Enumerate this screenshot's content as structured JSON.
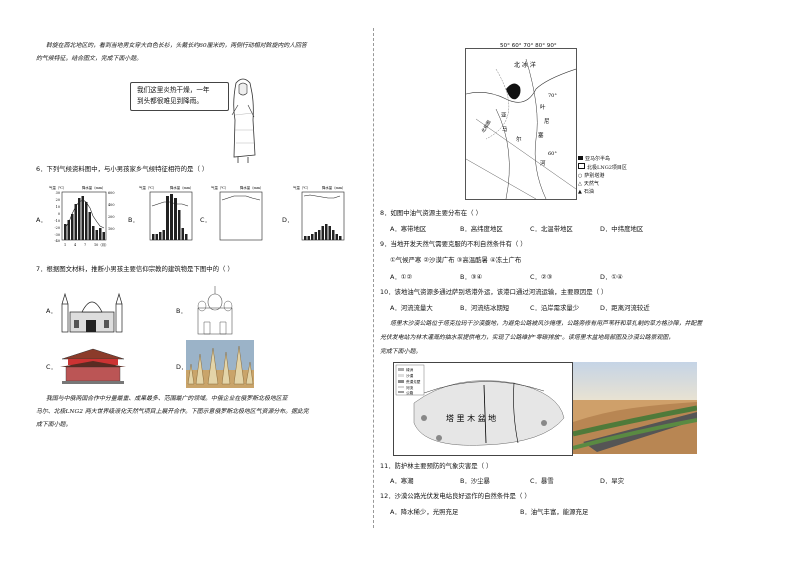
{
  "left": {
    "intro_1": "斡旋在西北地区的，看到当地男女穿大白色长衫，头戴长约60厘米的，两侧行动相对斡旋内的人回答",
    "intro_2": "的气候特征。结合图文，完成下面小题。",
    "speech_1": "我们这里炎热干燥，一年",
    "speech_2": "到头都很难见到降雨。",
    "q6": "6．下列气候资料图中，与小男孩家乡气候特征相符的是（    ）",
    "q6_options": [
      "A．",
      "B．",
      "C．",
      "D．"
    ],
    "chart_header_left": "气温（℃）",
    "chart_header_right": "降水量（mm）",
    "chart_a_y_ticks": [
      "30",
      "20",
      "10",
      "0",
      "-10",
      "-20",
      "-30",
      "-40"
    ],
    "chart_a_y2_ticks": [
      "600",
      "400",
      "200",
      "100"
    ],
    "chart_a_x_ticks": [
      "1",
      "4",
      "7",
      "10（月）"
    ],
    "q7": "7．根据图文材料，推断小男孩主要信仰宗教的建筑物是下图中的（    ）",
    "q7_options": [
      "A．",
      "B．",
      "C．",
      "D．"
    ],
    "passage_1": "我国与中俄两国合作中分量最重、成果最多、范围最广的领域。中俄企业在俄罗斯北极地区亚",
    "passage_2": "马尔、北极LNG2 两大世界级液化天然气项目上展开合作。下图示意俄罗斯北极地区气资源分布。据此完",
    "passage_3": "成下面小题。"
  },
  "right": {
    "map_top_ticks": "50°  60°  70°  80°  90°",
    "map_labels": {
      "sea": "北 冰 洋",
      "arctic": "北极圈",
      "lat70": "70°",
      "lat60": "60°",
      "ya": "亚",
      "ma": "马",
      "er": "尔",
      "x1": "叶",
      "x2": "尼",
      "x3": "塞",
      "he": "河"
    },
    "map_legend": [
      "亚马尔半岛",
      "北极LNG2项目区",
      "萨别塔港",
      "天然气",
      "石油"
    ],
    "q8": "8．如图中油气资源主要分布在（    ）",
    "q8_options": [
      "A．寒带地区",
      "B．高纬度地区",
      "C．北温带地区",
      "D．中纬度地区"
    ],
    "q9": "9．当地开发天然气需要克服的不利自然条件有（    ）",
    "q9_items": "①气候严寒  ②沙漠广布  ③高温酷暑  ④冻土广布",
    "q9_options": [
      "A．①②",
      "B．③④",
      "C．②③",
      "D．①④"
    ],
    "q10": "10．该地油气资源多通过萨别塔港外运，该港口通过河流运输，主要原因是（    ）",
    "q10_options": [
      "A．河流流量大",
      "B．河流结冰期短",
      "C．沿岸需求量少",
      "D．距离河流较近"
    ],
    "passage_1": "塔里木沙漠公路位于塔克拉玛干沙漠腹地，为避免公路被风沙掩埋，公路旁修有用芦苇秆和草扎制的草方格沙障，并配置",
    "passage_2": "光伏发电站为林木灌溉的抽水泵提供电力，实现了公路维护\"零碳排放\"。读塔里木盆地局部图及沙漠公路景观图，",
    "passage_3": "完成下面小题。",
    "basin_label": "塔 里 木 盆 地",
    "basin_legend": [
      "绿洲",
      "沙漠",
      "荒漠戈壁",
      "河流",
      "公路"
    ],
    "q11": "11．防护林主要预防的气象灾害是（    ）",
    "q11_options": [
      "A．寒潮",
      "B．沙尘暴",
      "C．暴雪",
      "D．旱灾"
    ],
    "q12": "12．沙漠公路光伏发电站良好运作的自然条件是（    ）",
    "q12_options": [
      "A．降水稀少，光照充足",
      "B．油气丰富，能源充足"
    ]
  }
}
